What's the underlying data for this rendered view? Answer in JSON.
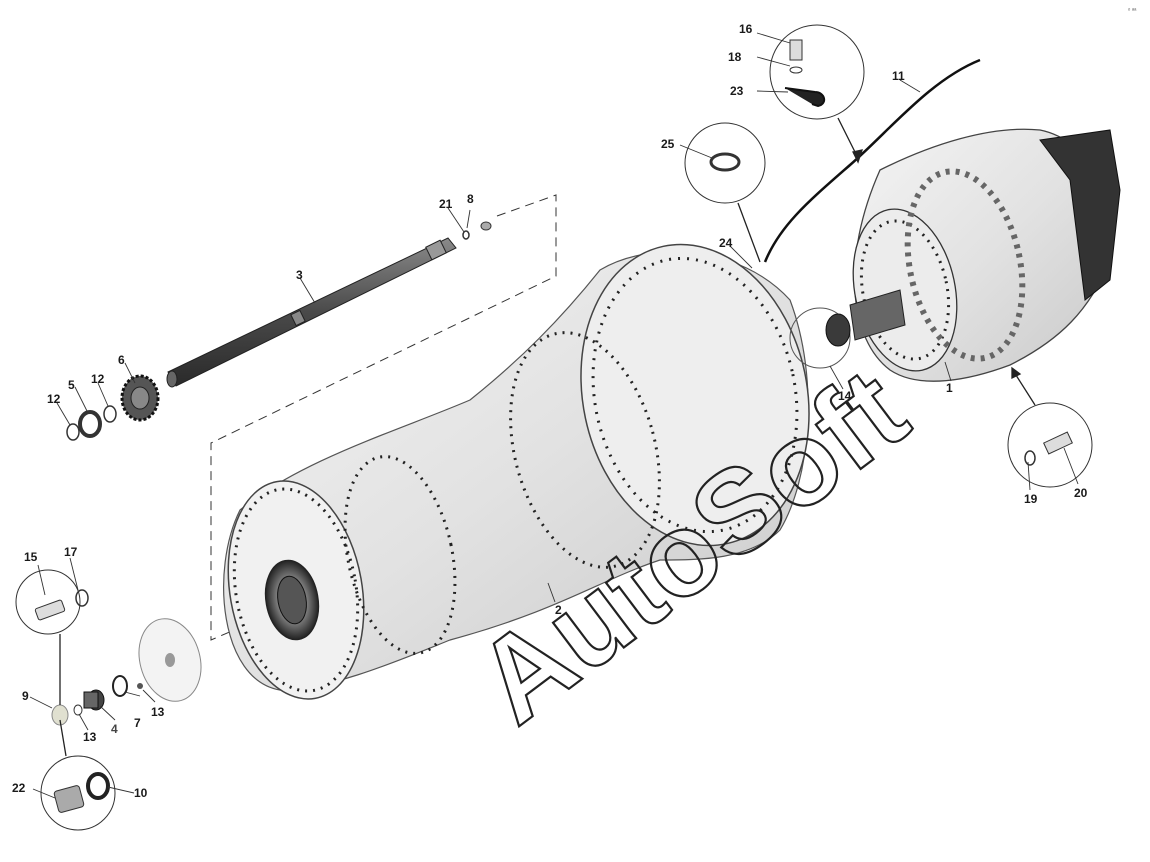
{
  "watermark": "AutoSoft",
  "corner_mark": "ᵒ ᵃᵃ",
  "callouts": [
    "1",
    "2",
    "3",
    "4",
    "5",
    "6",
    "7",
    "8",
    "9",
    "10",
    "11",
    "12",
    "12",
    "13",
    "13",
    "13",
    "14",
    "15",
    "16",
    "17",
    "18",
    "19",
    "20",
    "21",
    "22",
    "23",
    "24",
    "25"
  ],
  "colors": {
    "line": "#222222",
    "part_fill": "#e6e6e6",
    "part_shade": "#bdbdbd",
    "dark": "#3a3a3a"
  }
}
